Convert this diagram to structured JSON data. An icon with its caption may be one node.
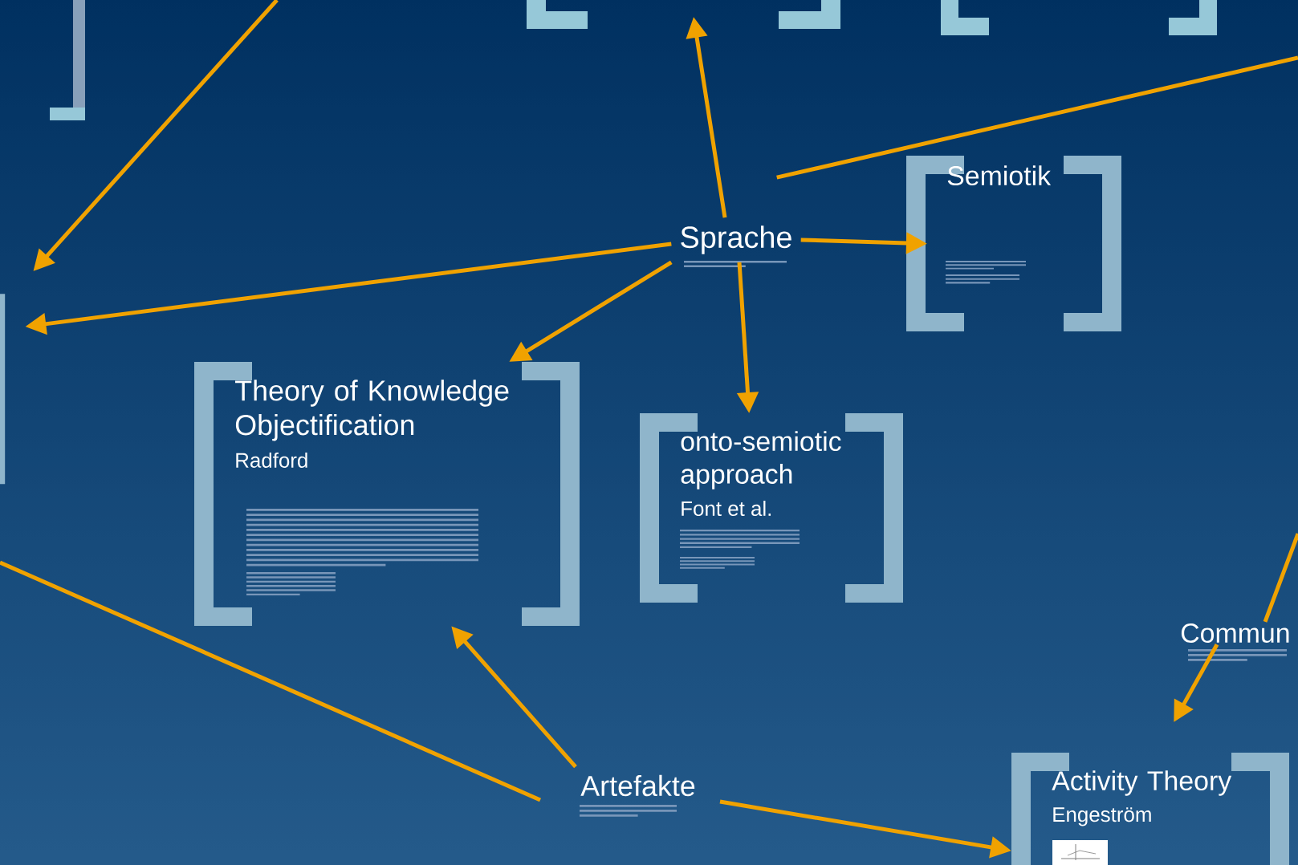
{
  "diagram": {
    "nodes": [
      {
        "text": [
          "Sprache"
        ]
      },
      {
        "text": [
          "Semiotik"
        ]
      },
      {
        "text": [
          "Theory of Knowledge Objectification",
          "Radford"
        ]
      },
      {
        "text": [
          "onto-semiotic approach",
          "Font et al."
        ]
      },
      {
        "text": [
          "Artefakte"
        ]
      },
      {
        "text": [
          "Commun"
        ]
      },
      {
        "text": [
          "Activity Theory",
          "Engeström"
        ]
      },
      {
        "text": [],
        "shape": "bar"
      }
    ],
    "edges": [
      {
        "from": 0,
        "to": null,
        "arrow": "to"
      },
      {
        "from": 0,
        "to": 1,
        "arrow": "to"
      },
      {
        "from": 0,
        "to": 7,
        "arrow": "to"
      },
      {
        "from": 0,
        "to": 2,
        "arrow": "to"
      },
      {
        "from": 0,
        "to": 3,
        "arrow": "to"
      },
      {
        "from": 0,
        "to": null,
        "arrow": "none"
      },
      {
        "from": null,
        "to": 7,
        "arrow": "to"
      },
      {
        "from": 4,
        "to": 2,
        "arrow": "to"
      },
      {
        "from": 4,
        "to": null,
        "arrow": "none"
      },
      {
        "from": 4,
        "to": 6,
        "arrow": "to"
      },
      {
        "from": 5,
        "to": 6,
        "arrow": "to"
      },
      {
        "from": null,
        "to": 5,
        "arrow": "none"
      }
    ]
  }
}
